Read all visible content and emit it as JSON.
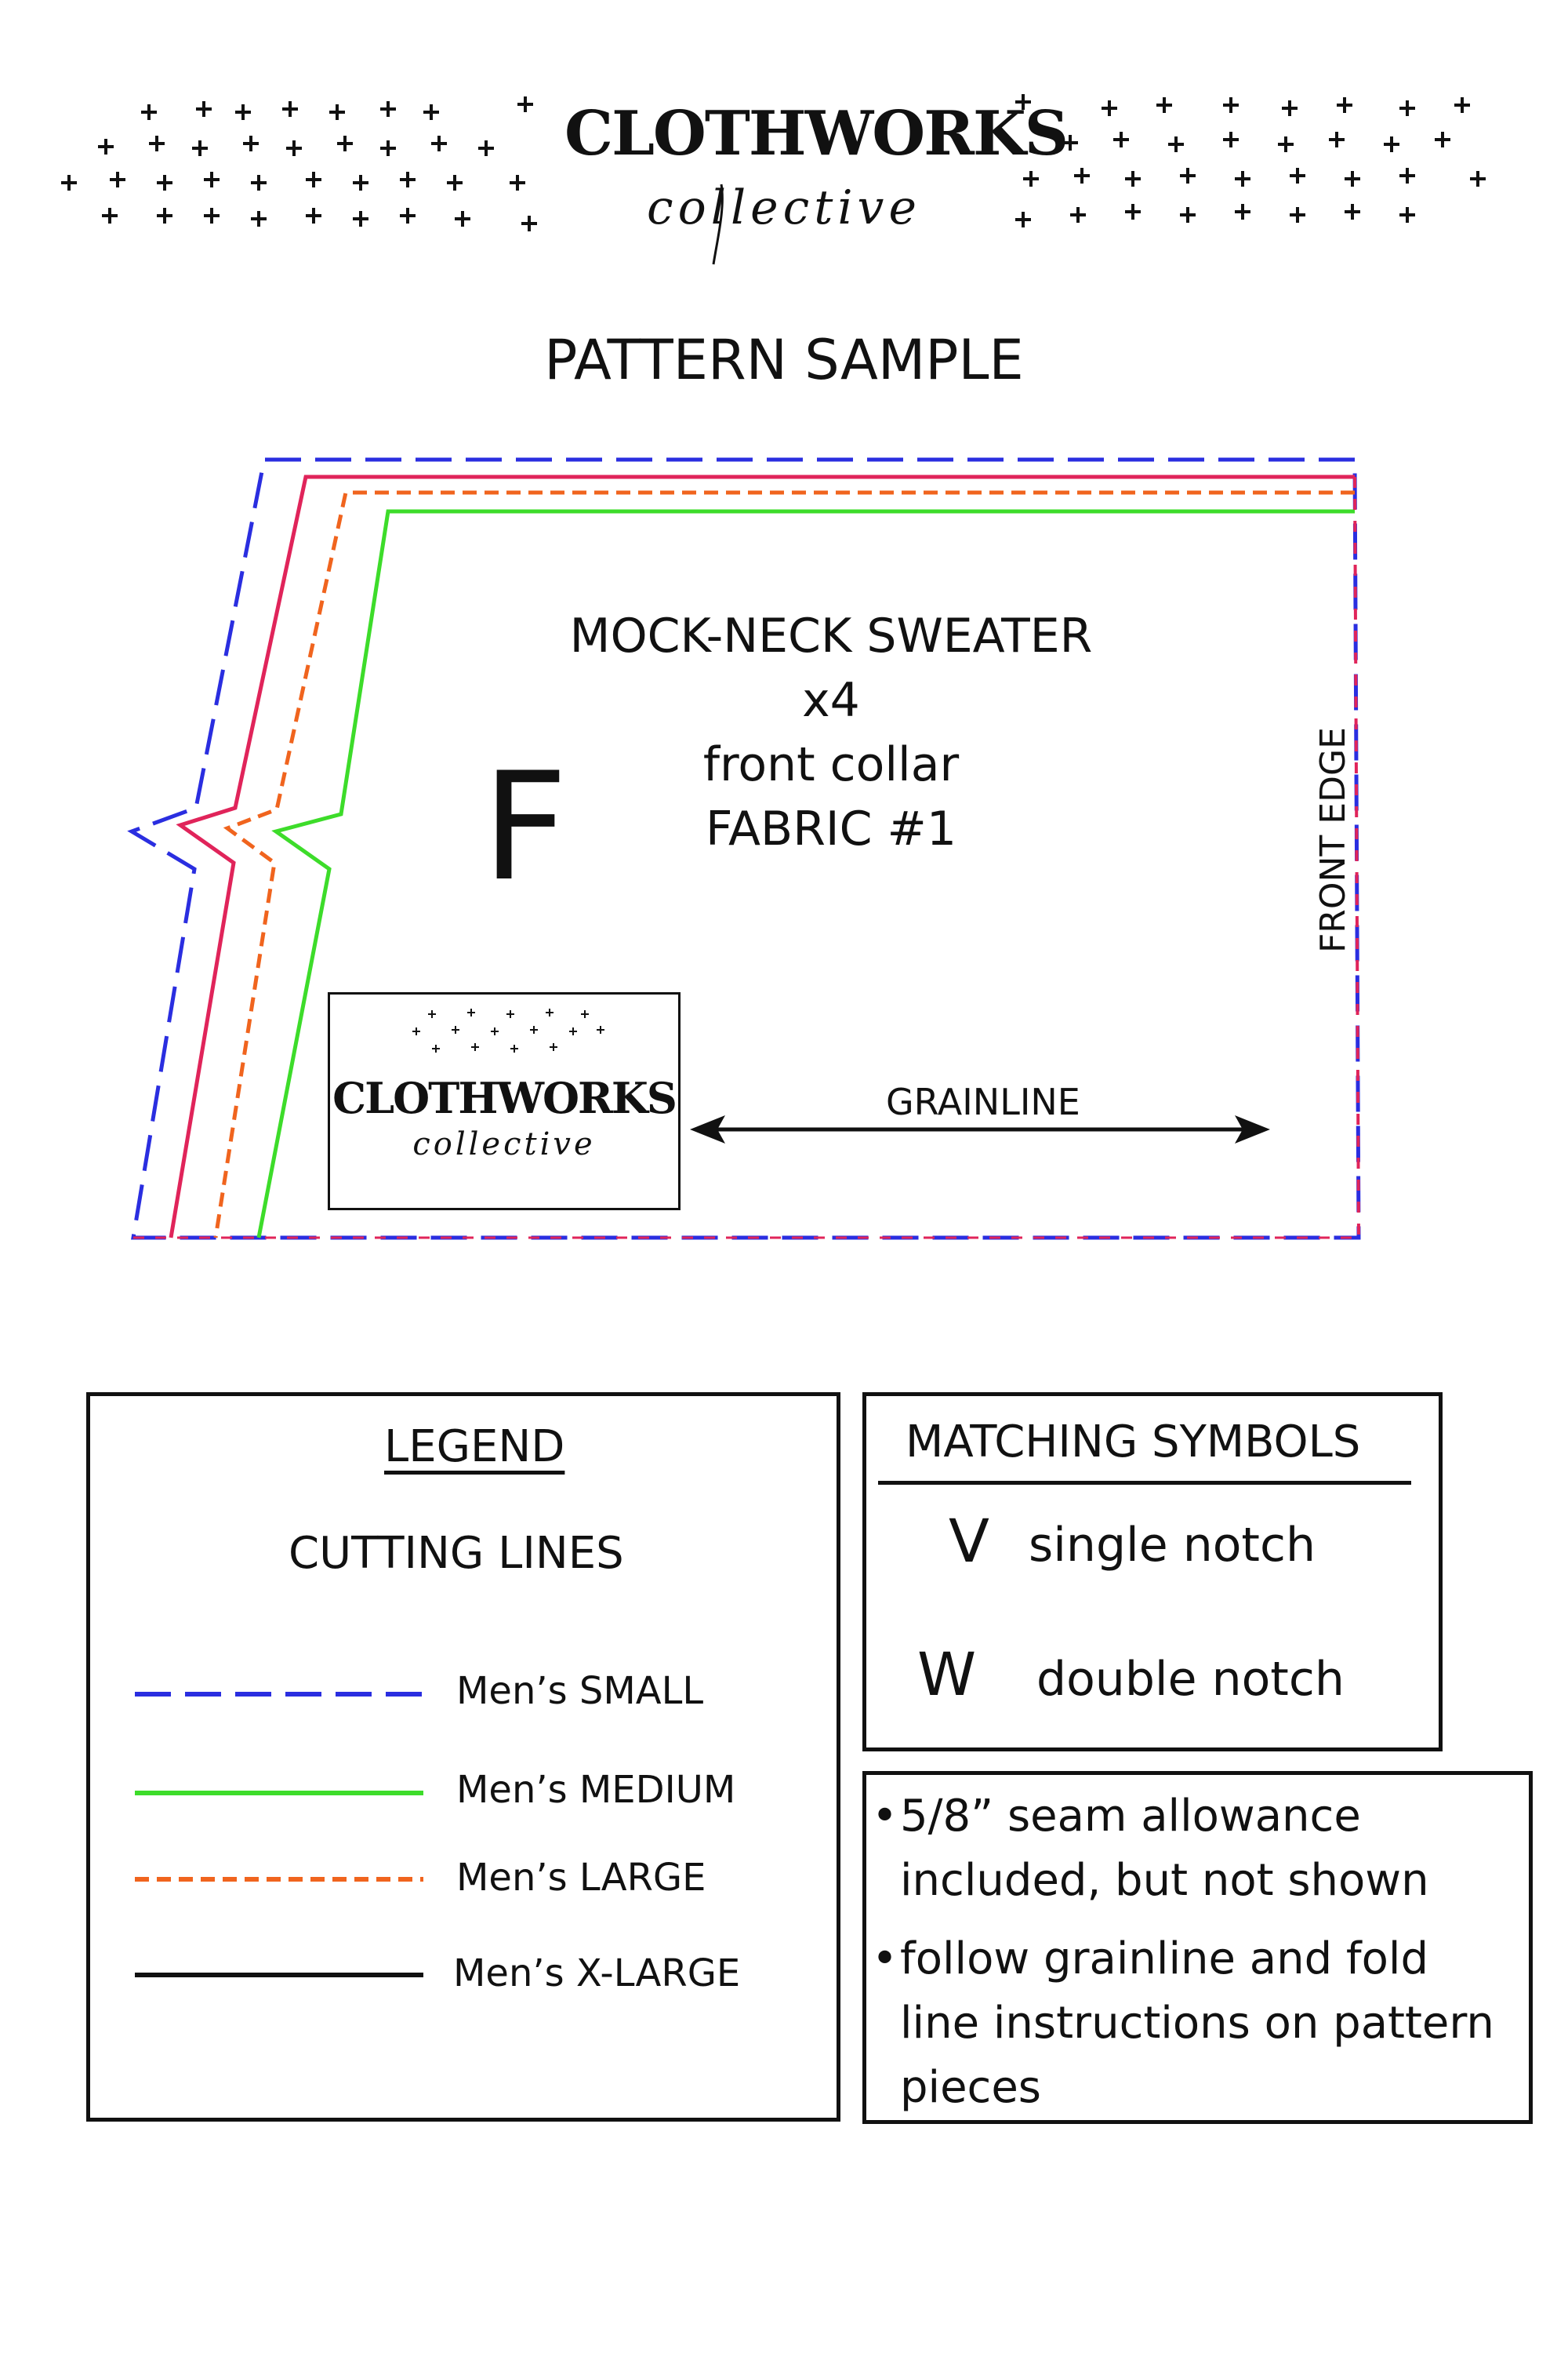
{
  "header": {
    "brand_name": "CLOTHWORKS",
    "brand_sub": "collective",
    "page_title": "PATTERN SAMPLE"
  },
  "pattern_piece": {
    "garment": "MOCK-NECK SWEATER",
    "quantity": "x4",
    "piece_name": "front collar",
    "fabric": "FABRIC #1",
    "letter": "F",
    "edge_label": "FRONT EDGE",
    "grainline_label": "GRAINLINE",
    "logo_name": "CLOTHWORKS",
    "logo_sub": "collective"
  },
  "legend": {
    "title": "LEGEND",
    "subtitle": "CUTTING LINES",
    "items": [
      {
        "label": "Men’s SMALL",
        "color": "#2a2ee0",
        "style": "long-dash"
      },
      {
        "label": "Men’s MEDIUM",
        "color": "#3ddc2a",
        "style": "solid"
      },
      {
        "label": "Men’s LARGE",
        "color": "#f0641e",
        "style": "short-dash"
      },
      {
        "label": "Men’s X-LARGE",
        "color": "#111111",
        "style": "solid"
      }
    ]
  },
  "matching_symbols": {
    "title": "MATCHING SYMBOLS",
    "items": [
      {
        "symbol": "V",
        "label": "single notch"
      },
      {
        "symbol": "W",
        "label": "double notch"
      }
    ]
  },
  "notes": [
    {
      "line1": "5/8” seam allowance",
      "line2": "included, but not shown"
    },
    {
      "line1": "follow grainline and fold",
      "line2": "line instructions on pattern",
      "line3": "pieces"
    }
  ],
  "colors": {
    "small": "#2a2ee0",
    "medium": "#3ddc2a",
    "large": "#f0641e",
    "xlarge_piece": "#e0245a",
    "ink": "#111111"
  }
}
